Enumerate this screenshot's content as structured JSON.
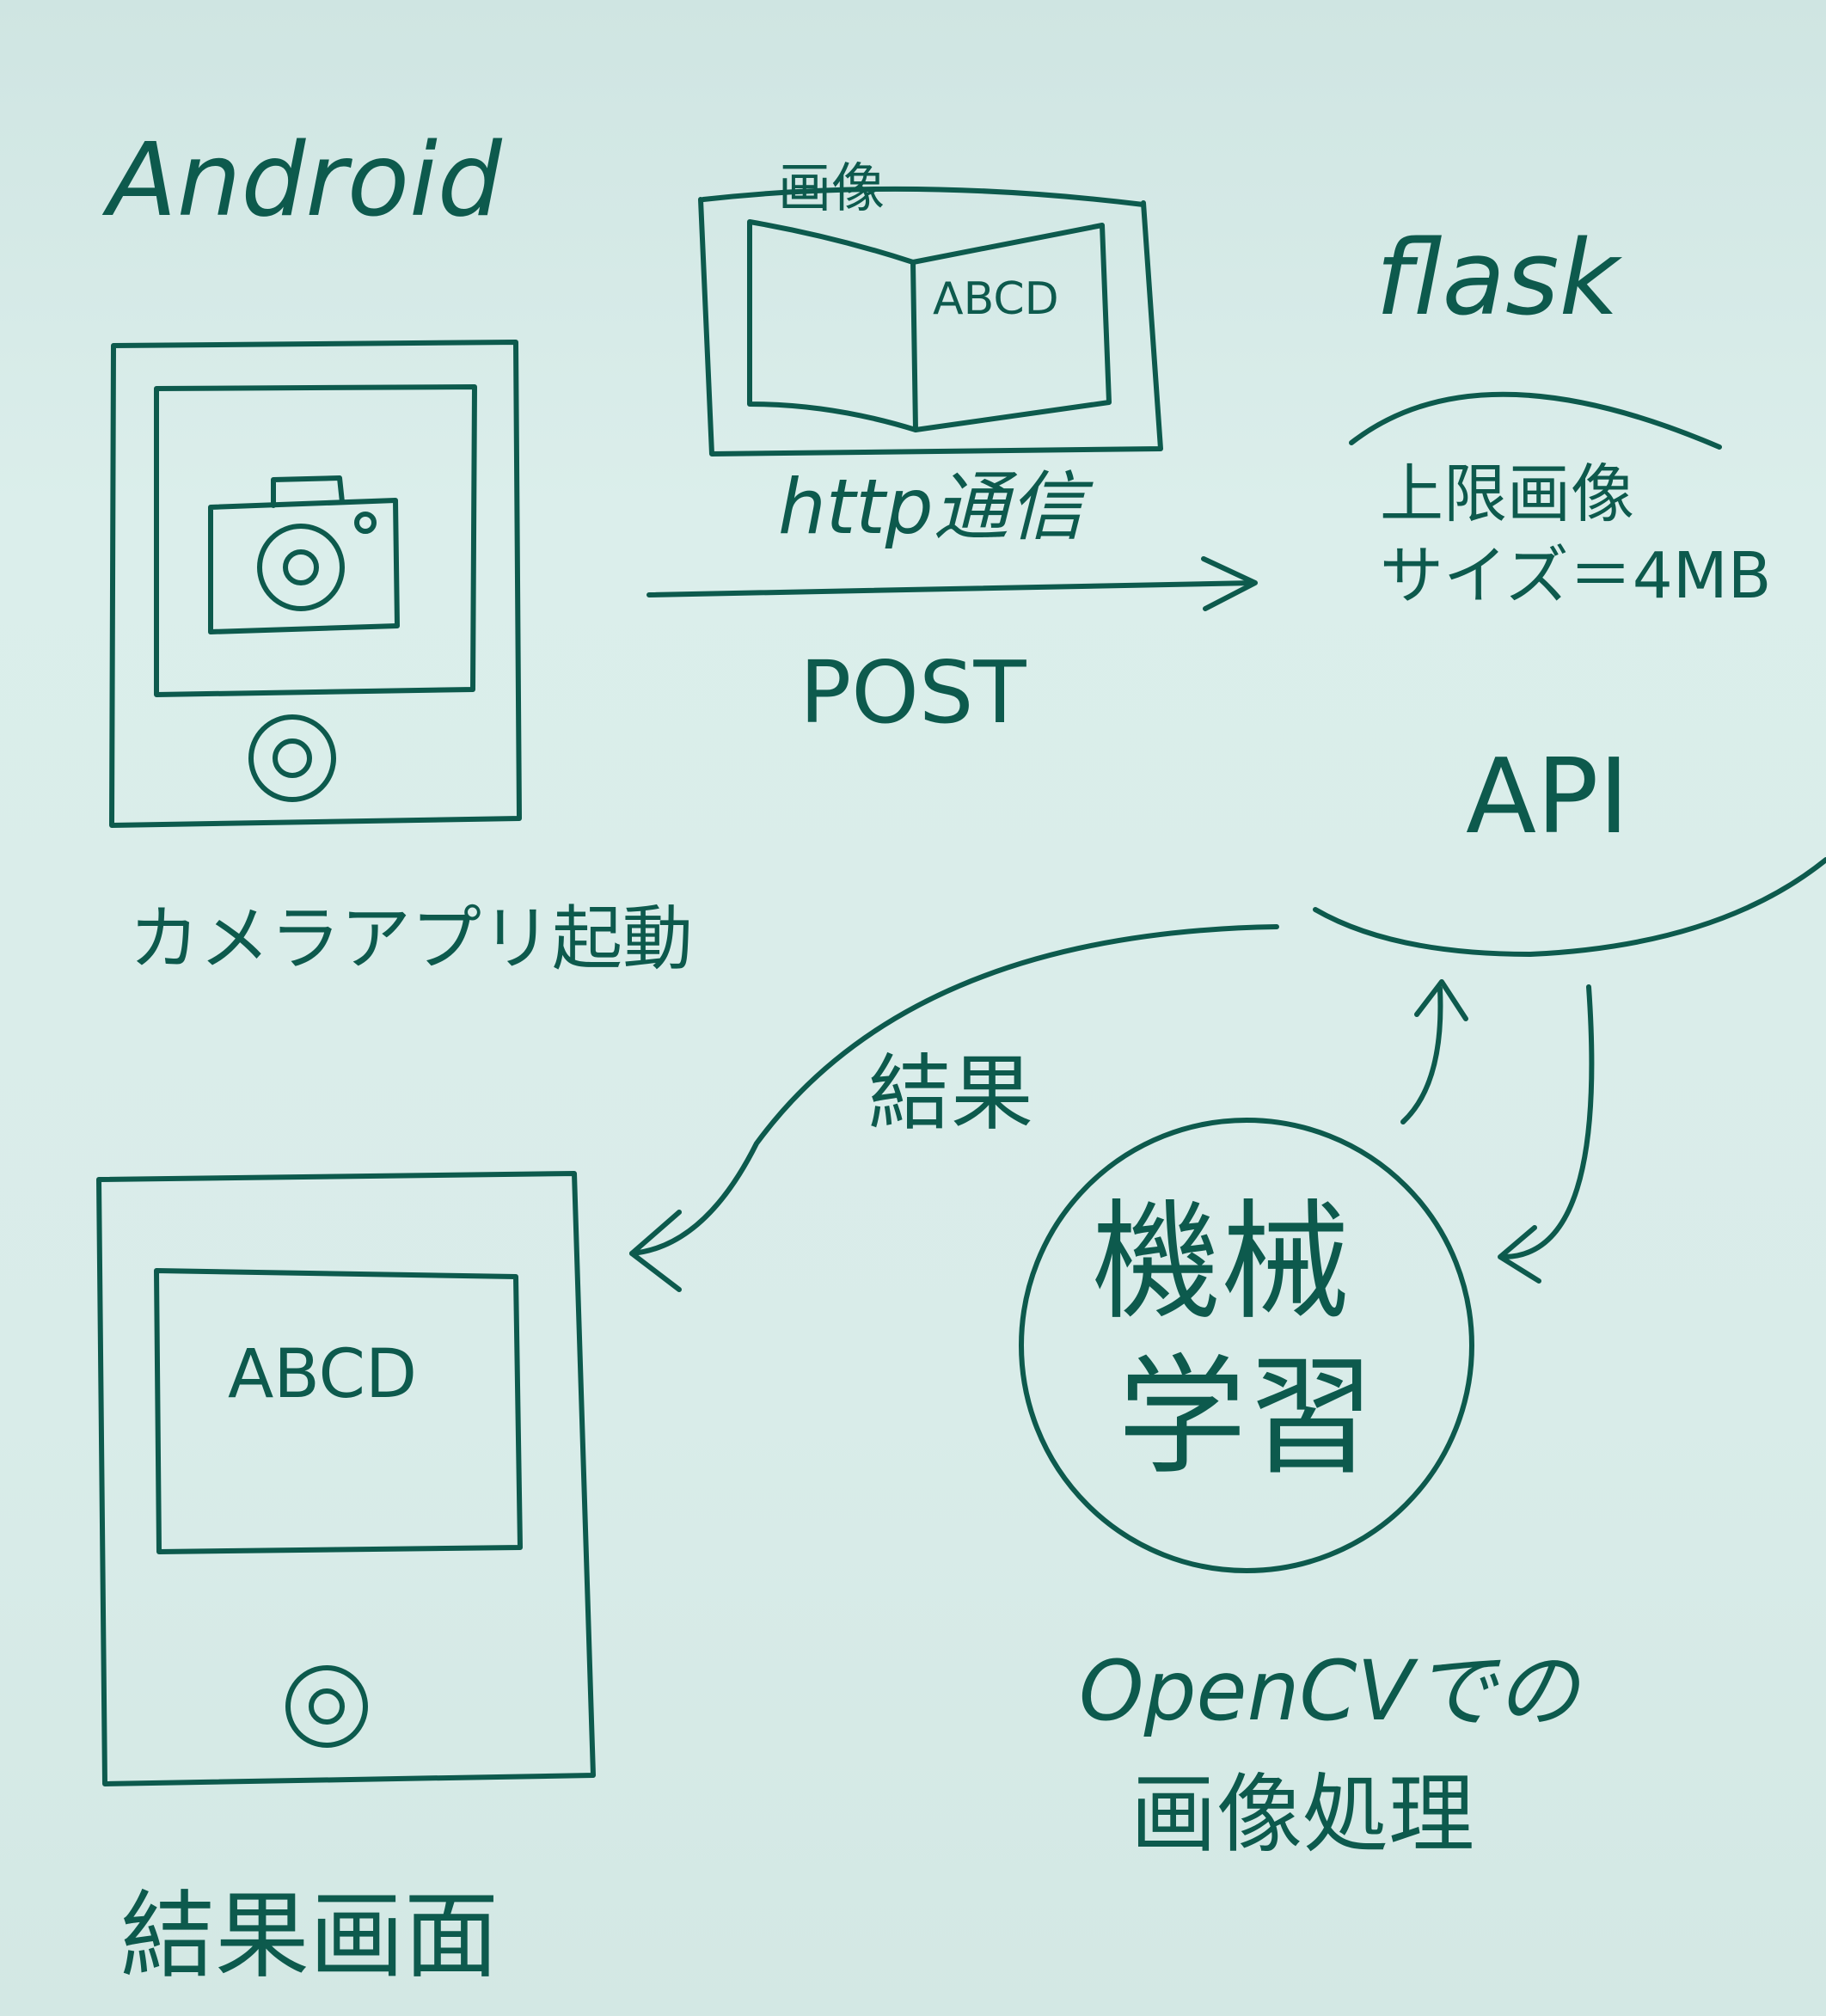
{
  "colors": {
    "ink": "#0d5a4d",
    "paper": "#d7ebe8"
  },
  "android_label": "Android",
  "camera_app_label": "カメラアプリ起動",
  "image_label": "画像",
  "book_text": "ABCD",
  "http_label": "http通信",
  "post_label": "POST",
  "flask_label": "flask",
  "limit_line1": "上限画像",
  "limit_line2": "サイズ＝4MB",
  "api_label": "API",
  "result_label": "結果",
  "ml_line1": "機械",
  "ml_line2": "学習",
  "opencv_line1": "OpenCVでの",
  "opencv_line2": "画像処理",
  "result_screen_text": "ABCD",
  "result_screen_label": "結果画面",
  "icons": [
    "camera-icon",
    "home-button-icon",
    "book-icon",
    "arrow-icon"
  ]
}
